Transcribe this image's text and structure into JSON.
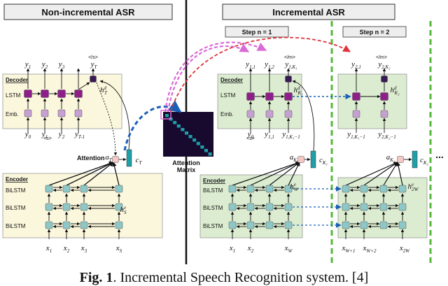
{
  "panels": {
    "non_incremental": {
      "title": "Non-incremental ASR"
    },
    "incremental": {
      "title": "Incremental ASR"
    },
    "step1": {
      "label": "Step n = 1"
    },
    "step2": {
      "label": "Step n = 2"
    }
  },
  "sections": {
    "decoder": "Decoder",
    "encoder": "Encoder",
    "attention": "Attention"
  },
  "rows": {
    "lstm": "LSTM",
    "emb": "Emb.",
    "bilstm": "BiLSTM"
  },
  "attention_matrix": {
    "line1": "Attention",
    "line2": "Matrix"
  },
  "tokens": {
    "sos": "<s>",
    "eos": "</s>",
    "mask": "</m>"
  },
  "ellipsis": "...",
  "caption": {
    "prefix": "Fig. 1",
    "text": ". Incremental Speech Recognition system. [4]"
  },
  "colors": {
    "decoder_fill_left": "#fbf7dc",
    "encoder_fill_left": "#fbf7dc",
    "panel_fill_right": "#dcecd0",
    "lstm_node": "#8e1f8a",
    "emb_node": "#c7a0d3",
    "encoder_node": "#8ec7c7",
    "context_node": "#1ea0a8",
    "attention_node": "#f4c7c4",
    "blue_arrow": "#1a60b8",
    "pink_arrow": "#d96ad6",
    "red_arrow": "#e0333a",
    "green_divider": "#55b83a"
  }
}
